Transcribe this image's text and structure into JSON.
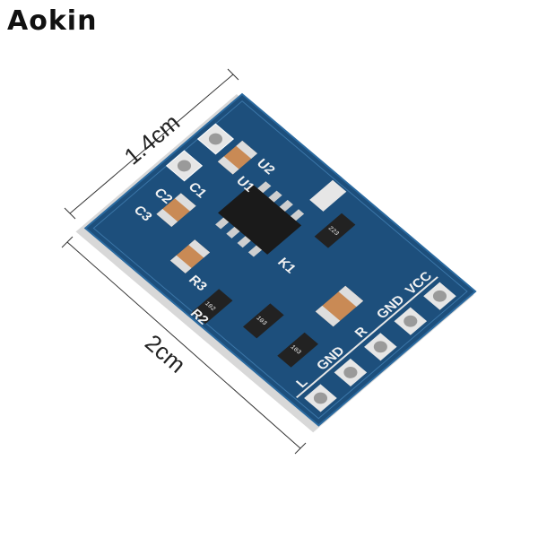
{
  "brand": {
    "logo_text": "Aokin"
  },
  "dimensions": {
    "width_label": "1.4cm",
    "length_label": "2cm"
  },
  "board": {
    "color": "#1d4f7c",
    "pin_labels": [
      "L",
      "GND",
      "R",
      "GND",
      "VCC"
    ],
    "silk_labels": {
      "u2": "U2",
      "u1": "U1",
      "c1": "C1",
      "c2": "C2",
      "c3": "C3",
      "r2": "R2",
      "r3": "R3",
      "k1": "K1"
    },
    "resistor_codes": [
      "223",
      "102",
      "103",
      "103"
    ]
  }
}
